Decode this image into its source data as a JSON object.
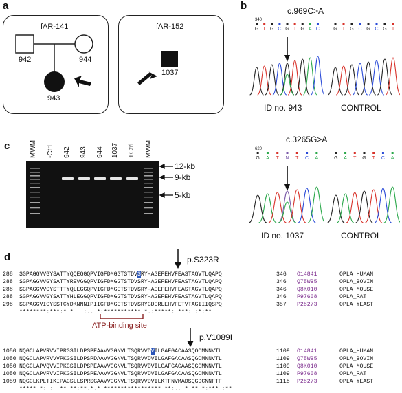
{
  "panel_a": {
    "letter": "a",
    "families": [
      {
        "name": "fAR-141",
        "father_id": "942",
        "mother_id": "944",
        "proband_id": "943"
      },
      {
        "name": "fAR-152",
        "proband_id": "1037"
      }
    ]
  },
  "panel_b": {
    "letter": "b",
    "variant1": {
      "title": "c.969C>A",
      "sample_label": "ID no. 943",
      "control_label": "CONTROL",
      "position_number": "340",
      "bases_sample": [
        "G",
        "T",
        "G",
        "C",
        "G",
        "T",
        "G",
        "A",
        "C"
      ],
      "bases_control": [
        "G",
        "T",
        "G",
        "C",
        "G",
        "C",
        "G",
        "T"
      ]
    },
    "variant2": {
      "title": "c.3265G>A",
      "sample_label": "ID no. 1037",
      "control_label": "CONTROL",
      "position_number": "620",
      "bases_sample": [
        "G",
        "A",
        "T",
        "N",
        "T",
        "C",
        "A"
      ],
      "bases_control": [
        "G",
        "A",
        "T",
        "G",
        "T",
        "C",
        "A"
      ]
    }
  },
  "panel_c": {
    "letter": "c",
    "lanes": [
      "MWM",
      "-Ctrl",
      "942",
      "943",
      "944",
      "1037",
      "+Ctrl",
      "MWM"
    ],
    "size_markers": [
      "12-kb",
      "9-kb",
      "5-kb"
    ]
  },
  "panel_d": {
    "letter": "d",
    "mut1_label": "p.S323R",
    "mut2_label": "p.V1089I",
    "atp_label": "ATP-binding site",
    "block1": {
      "rows": [
        {
          "start": "288",
          "pre": "SGPAGGVVGYSATTYQQEGGQPVIGFDMGGTSTDV",
          "hl": "S",
          "post": "RY-AGEFEHVFEASTAGVTLQAPQ",
          "end": "346",
          "acc": "O14841",
          "name": "OPLA_HUMAN"
        },
        {
          "start": "288",
          "pre": "SGPAGGVVGYSATTYREVGGQPVIGFDMGGTSTDV",
          "hl": "",
          "post": "SRY-AGEFEHVFEASTAGVTLQAPQ",
          "end": "346",
          "acc": "Q75WB5",
          "name": "OPLA_BOVIN"
        },
        {
          "start": "288",
          "pre": "SGPAGGVVGYSTTTYQLEGGQPVIGFDMGGTSTDV",
          "hl": "",
          "post": "SRY-AGEFEHVFEASTAGVTLQAPQ",
          "end": "346",
          "acc": "Q8K010",
          "name": "OPLA_MOUSE"
        },
        {
          "start": "288",
          "pre": "SGPAGGVVGYSATTYHLEGGQPVIGFDMGGTSTDV",
          "hl": "",
          "post": "SRY-AGEFEHVFEASTAGVTLQAPQ",
          "end": "346",
          "acc": "P97608",
          "name": "OPLA_RAT"
        },
        {
          "start": "298",
          "pre": "SGPAGGVIGYSSTCYDKNNNIPIIGFDMGGTSTDV",
          "hl": "",
          "post": "SRYGDGRLEHVFETVTAGIIIQSPQ",
          "end": "357",
          "acc": "P28273",
          "name": "OPLA_YEAST"
        }
      ],
      "consensus": "********:***:* *   :.. *:*********** *.:*****: ***: :*:**"
    },
    "block2": {
      "rows": [
        {
          "start": "1050",
          "pre": "NQGCLAPVRVVIPRGSILDPSPEAAVVGGNVLTSQRVVD",
          "hl": "V",
          "post": "ILGAFGACAASQGCMNNVTL",
          "end": "1109",
          "acc": "O14841",
          "name": "OPLA_HUMAN"
        },
        {
          "start": "1050",
          "pre": "NQGCLAPVRVVVPKGSILDPSPDAAVVGGNVLTSQRVVD",
          "hl": "",
          "post": "VILGAFGACAASQGCMNNVTL",
          "end": "1109",
          "acc": "Q75WB5",
          "name": "OPLA_BOVIN"
        },
        {
          "start": "1050",
          "pre": "NQGCLAPVQVVIPKGSILDPSPEAAVVGGNVLTSQRVVD",
          "hl": "",
          "post": "VILGAFGACAASQGCMNNVTL",
          "end": "1109",
          "acc": "Q8K010",
          "name": "OPLA_MOUSE"
        },
        {
          "start": "1050",
          "pre": "NQGCLAPVRVVIPKGSILDPSPEAAVVGGNVLTSQRVVD",
          "hl": "",
          "post": "VILGAFGACAASQGCMNNVTL",
          "end": "1109",
          "acc": "P97608",
          "name": "OPLA_RAT"
        },
        {
          "start": "1059",
          "pre": "NQGCLKPLTIKIPAGSLLSPRSGAAVVGGNVLTSQRVVD",
          "hl": "",
          "post": "VILKTFNVMADSQGDCNNFTF",
          "end": "1118",
          "acc": "P28273",
          "name": "OPLA_YEAST"
        }
      ],
      "consensus": "***** *: :  ** **:**.*.* ***************** **:.. * ** *:*** :**"
    }
  }
}
